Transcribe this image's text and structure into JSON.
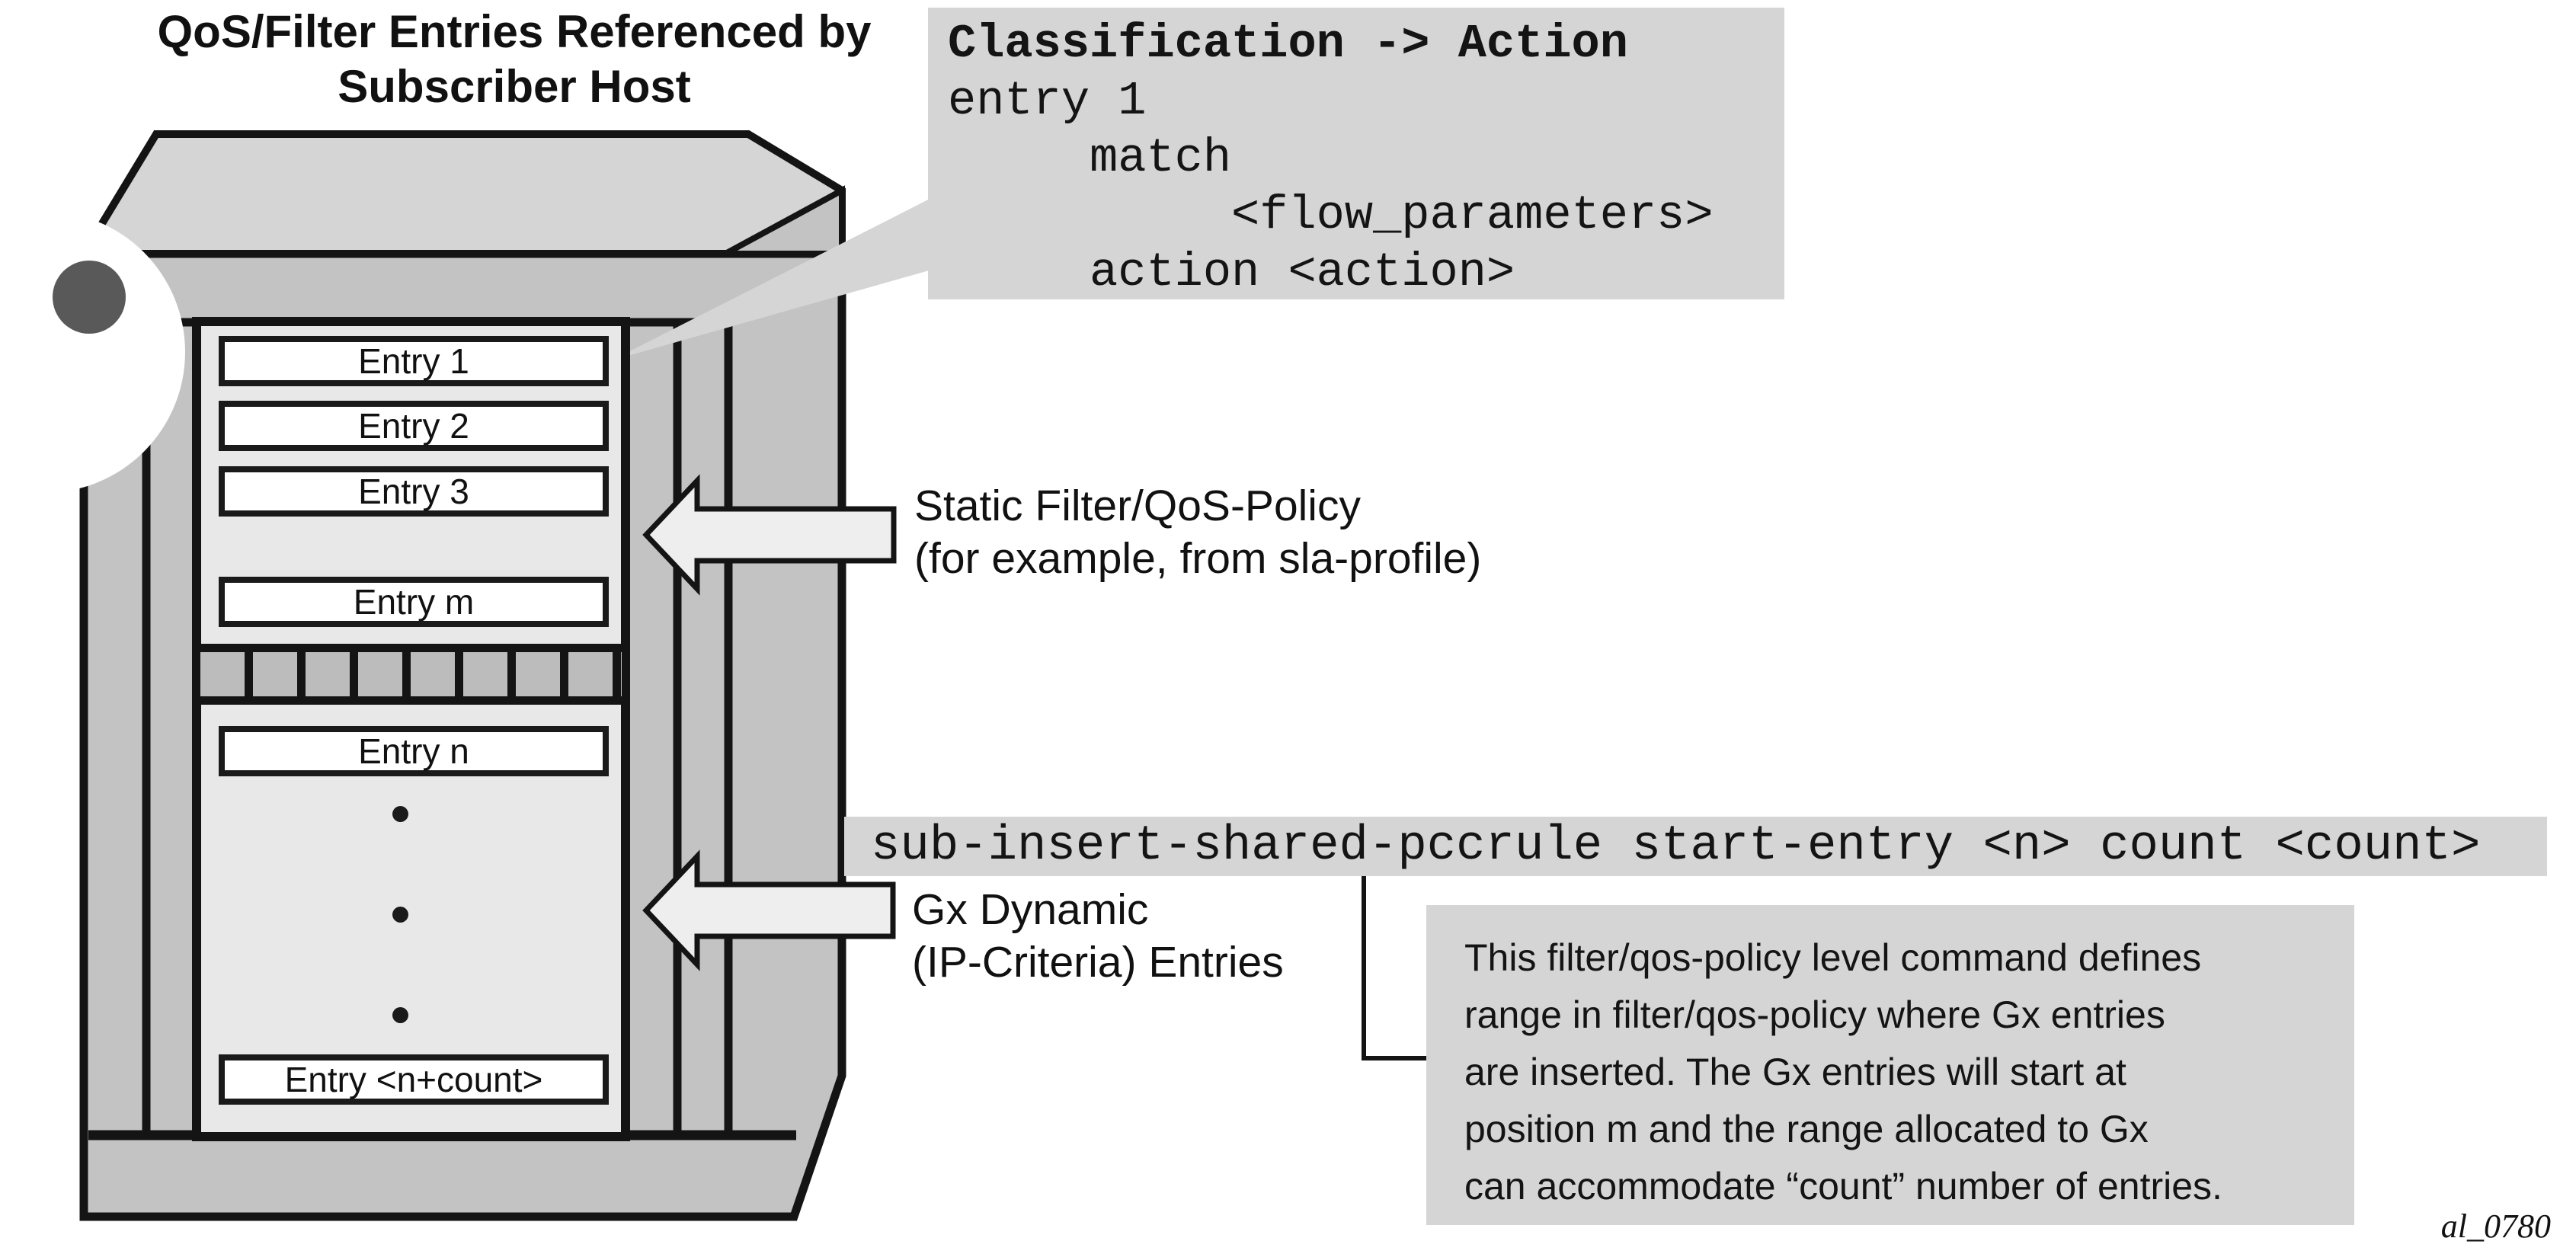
{
  "title": {
    "line1": "QoS/Filter Entries Referenced by",
    "line2": "Subscriber Host"
  },
  "code_box": {
    "title": "Classification -> Action",
    "lines": [
      "entry 1",
      "     match",
      "          <flow_parameters>",
      "     action <action>"
    ]
  },
  "cabinet": {
    "upper_entries": [
      "Entry 1",
      "Entry 2",
      "Entry 3",
      "Entry m"
    ],
    "lower_entries": [
      "Entry n",
      "Entry <n+count>"
    ],
    "ellipsis_dot_count": 3
  },
  "labels": {
    "static_filter": {
      "line1": "Static Filter/QoS-Policy",
      "line2": "(for example, from sla-profile)"
    },
    "gx_dynamic": {
      "line1": "Gx Dynamic",
      "line2": "(IP-Criteria) Entries"
    }
  },
  "command_bar": {
    "text": "sub-insert-shared-pccrule start-entry <n> count <count>"
  },
  "note_box": {
    "lines": [
      "This filter/qos-policy level command defines",
      "range in filter/qos-policy where Gx entries",
      "are inserted. The Gx entries will start at",
      "position m and the range allocated to Gx",
      "can accommodate “count” number of entries."
    ]
  },
  "footer": {
    "figure_id": "al_0780"
  },
  "colors": {
    "callout_gray": "#d5d5d5",
    "cabinet_front": "#c3c3c3",
    "inner_panel": "#e8e8e8",
    "arrow_fill": "#eeeeee",
    "pin_dot": "#595959",
    "outline": "#141414"
  }
}
